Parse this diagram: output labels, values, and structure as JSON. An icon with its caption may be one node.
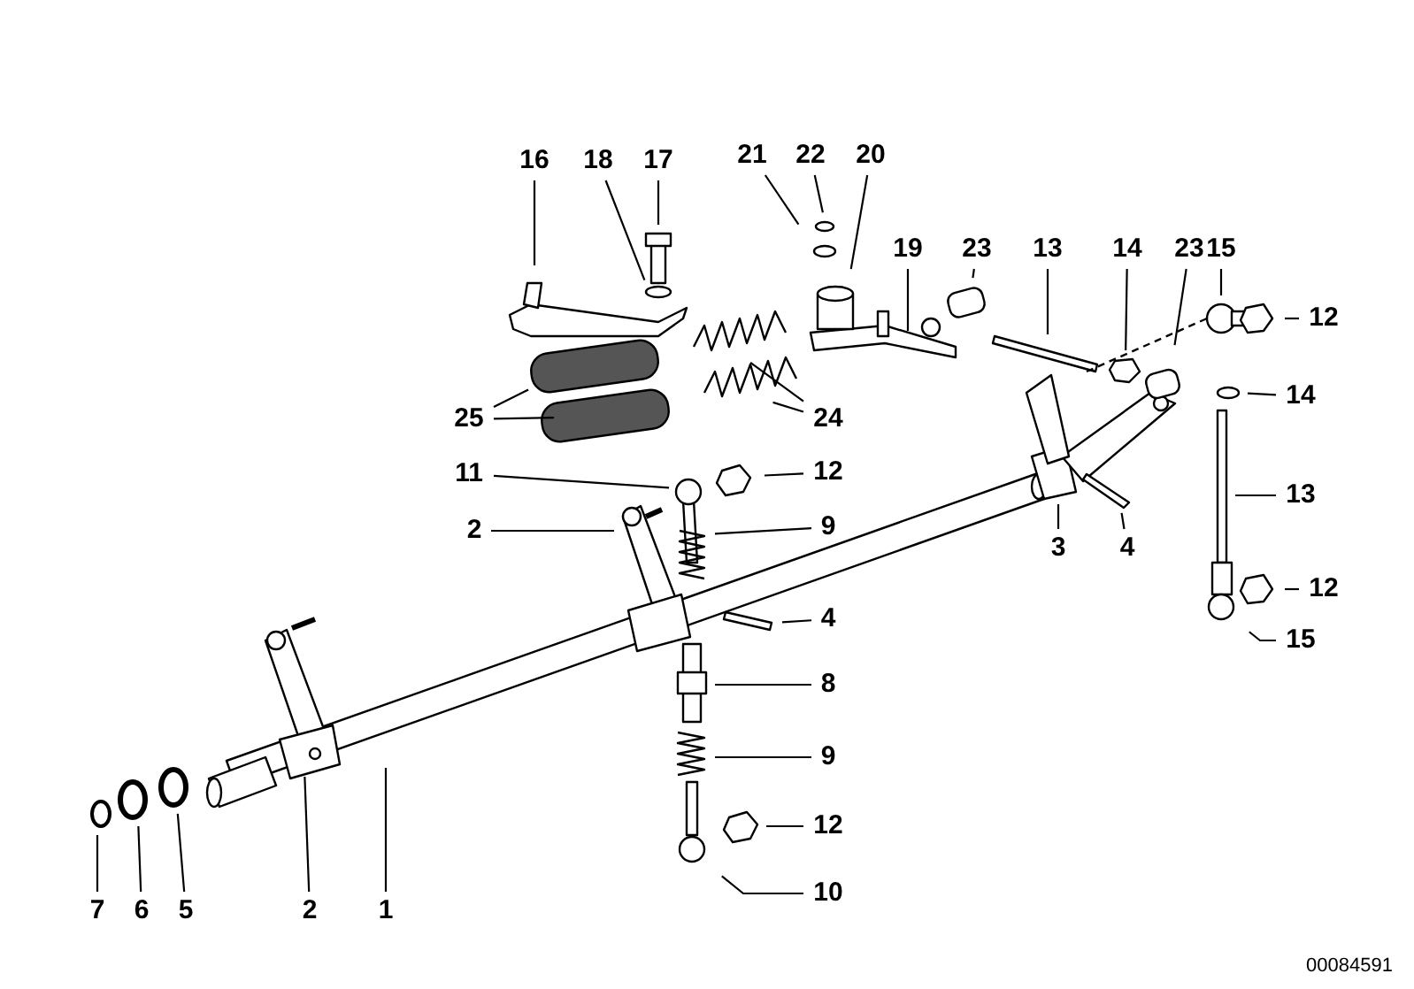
{
  "diagram": {
    "nodes": [
      {
        "text": [
          "16"
        ]
      },
      {
        "text": [
          "18"
        ]
      },
      {
        "text": [
          "17"
        ]
      },
      {
        "text": [
          "21"
        ]
      },
      {
        "text": [
          "22"
        ]
      },
      {
        "text": [
          "20"
        ]
      },
      {
        "text": [
          "19"
        ]
      },
      {
        "text": [
          "23"
        ]
      },
      {
        "text": [
          "13"
        ]
      },
      {
        "text": [
          "14"
        ]
      },
      {
        "text": [
          "23"
        ]
      },
      {
        "text": [
          "15"
        ]
      },
      {
        "text": [
          "12"
        ]
      },
      {
        "text": [
          "14"
        ]
      },
      {
        "text": [
          "13"
        ]
      },
      {
        "text": [
          "12"
        ]
      },
      {
        "text": [
          "15"
        ]
      },
      {
        "text": [
          "25"
        ]
      },
      {
        "text": [
          "24"
        ]
      },
      {
        "text": [
          "11"
        ]
      },
      {
        "text": [
          "12"
        ]
      },
      {
        "text": [
          "2"
        ]
      },
      {
        "text": [
          "9"
        ]
      },
      {
        "text": [
          "3"
        ]
      },
      {
        "text": [
          "4"
        ]
      },
      {
        "text": [
          "4"
        ]
      },
      {
        "text": [
          "8"
        ]
      },
      {
        "text": [
          "9"
        ]
      },
      {
        "text": [
          "12"
        ]
      },
      {
        "text": [
          "10"
        ]
      },
      {
        "text": [
          "7"
        ]
      },
      {
        "text": [
          "6"
        ]
      },
      {
        "text": [
          "5"
        ]
      },
      {
        "text": [
          "2"
        ]
      },
      {
        "text": [
          "1"
        ]
      }
    ],
    "edges": [
      {
        "from": 0,
        "to": null,
        "arrow": "none"
      },
      {
        "from": 1,
        "to": null,
        "arrow": "none"
      },
      {
        "from": 2,
        "to": null,
        "arrow": "none"
      },
      {
        "from": 3,
        "to": null,
        "arrow": "none"
      },
      {
        "from": 4,
        "to": null,
        "arrow": "none"
      },
      {
        "from": 5,
        "to": null,
        "arrow": "none"
      },
      {
        "from": 6,
        "to": null,
        "arrow": "none"
      },
      {
        "from": 7,
        "to": null,
        "arrow": "none"
      },
      {
        "from": 8,
        "to": null,
        "arrow": "none"
      },
      {
        "from": 9,
        "to": null,
        "arrow": "none"
      },
      {
        "from": 10,
        "to": null,
        "arrow": "none"
      },
      {
        "from": 11,
        "to": null,
        "arrow": "none"
      },
      {
        "from": 12,
        "to": null,
        "arrow": "none"
      },
      {
        "from": 13,
        "to": null,
        "arrow": "none"
      },
      {
        "from": 14,
        "to": null,
        "arrow": "none"
      },
      {
        "from": 15,
        "to": null,
        "arrow": "none"
      },
      {
        "from": 16,
        "to": null,
        "arrow": "none"
      },
      {
        "from": 17,
        "to": null,
        "arrow": "none"
      },
      {
        "from": 17,
        "to": null,
        "arrow": "none"
      },
      {
        "from": 18,
        "to": null,
        "arrow": "none"
      },
      {
        "from": 18,
        "to": null,
        "arrow": "none"
      },
      {
        "from": 19,
        "to": null,
        "arrow": "none"
      },
      {
        "from": 20,
        "to": null,
        "arrow": "none"
      },
      {
        "from": 21,
        "to": null,
        "arrow": "none"
      },
      {
        "from": 22,
        "to": null,
        "arrow": "none"
      },
      {
        "from": 23,
        "to": null,
        "arrow": "none"
      },
      {
        "from": 24,
        "to": null,
        "arrow": "none"
      },
      {
        "from": 25,
        "to": null,
        "arrow": "none"
      },
      {
        "from": 26,
        "to": null,
        "arrow": "none"
      },
      {
        "from": 27,
        "to": null,
        "arrow": "none"
      },
      {
        "from": 28,
        "to": null,
        "arrow": "none"
      },
      {
        "from": 29,
        "to": null,
        "arrow": "none"
      },
      {
        "from": 30,
        "to": null,
        "arrow": "none"
      },
      {
        "from": 31,
        "to": null,
        "arrow": "none"
      },
      {
        "from": 32,
        "to": null,
        "arrow": "none"
      },
      {
        "from": 33,
        "to": null,
        "arrow": "none"
      },
      {
        "from": 34,
        "to": null,
        "arrow": "none"
      }
    ],
    "labels": [
      "00084591"
    ]
  }
}
